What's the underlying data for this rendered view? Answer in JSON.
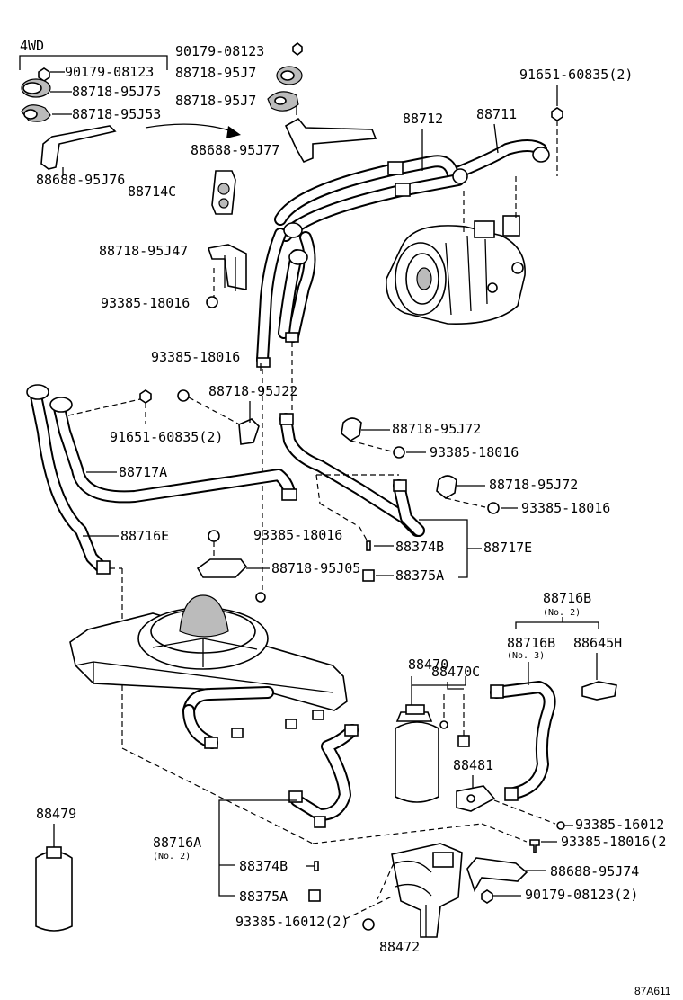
{
  "figure_code": "87A611",
  "group_4wd": "4WD",
  "labels": {
    "p90179_08123_4wd": "90179-08123",
    "p88718_95J75": "88718-95J75",
    "p88718_95J53": "88718-95J53",
    "p88688_95J76": "88688-95J76",
    "p90179_08123_top": "90179-08123",
    "p88718_95J7x_a": "88718-95J7",
    "p88718_95J7x_b": "88718-95J7",
    "p88688_95J77": "88688-95J77",
    "p91651_60835_top": "91651-60835(2)",
    "p88712": "88712",
    "p88711": "88711",
    "p88714C": "88714C",
    "p88718_95J47": "88718-95J47",
    "p93385_18016_a": "93385-18016",
    "p93385_18016_b": "93385-18016",
    "p88718_95J22": "88718-95J22",
    "p91651_60835_mid": "91651-60835(2)",
    "p88717A": "88717A",
    "p88716E": "88716E",
    "p88718_95J72_a": "88718-95J72",
    "p93385_18016_c": "93385-18016",
    "p88718_95J72_b": "88718-95J72",
    "p93385_18016_d": "93385-18016",
    "p93385_18016_e": "93385-18016",
    "p88374B_mid": "88374B",
    "p88717E": "88717E",
    "p88718_95J05": "88718-95J05",
    "p88375A_mid": "88375A",
    "p88716B_no2": "88716B",
    "no2_a": "(No. 2)",
    "p88716B_no3": "88716B",
    "no3": "(No. 3)",
    "p88645H": "88645H",
    "p88470": "88470",
    "p88470C": "88470C",
    "p88481": "88481",
    "p88479": "88479",
    "p88716A": "88716A",
    "no2_b": "(No. 2)",
    "p88374B_low": "88374B",
    "p88375A_low": "88375A",
    "p93385_16012_low": "93385-16012(2)",
    "p88472": "88472",
    "p93385_16012_right": "93385-16012",
    "p93385_18016_right": "93385-18016(2",
    "p88688_95J74": "88688-95J74",
    "p90179_08123_low": "90179-08123(2)"
  }
}
